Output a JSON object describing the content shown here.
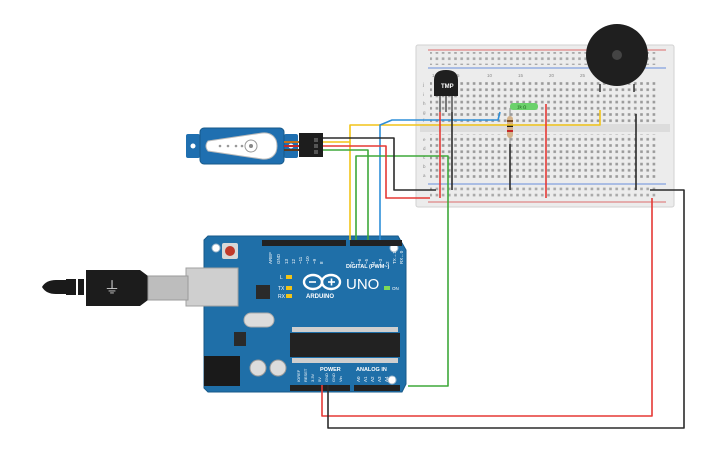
{
  "arduino": {
    "logo_text": "ARDUINO",
    "model": "UNO",
    "digital_header": "DIGITAL (PWM~)",
    "power_label": "POWER",
    "analog_label": "ANALOG IN",
    "on_label": "ON",
    "tx_label": "TX",
    "rx_label": "RX",
    "l_label": "L",
    "aref": "AREF",
    "gnd": "GND",
    "digital_pins": [
      "13",
      "12",
      "~11",
      "~10",
      "~9",
      "8",
      "7",
      "~6",
      "~5",
      "4",
      "~3",
      "2",
      "TX→1",
      "RX←0"
    ],
    "power_pins": [
      "IOREF",
      "RESET",
      "3.3V",
      "5V",
      "GND",
      "GND",
      "Vin"
    ],
    "analog_pins": [
      "A0",
      "A1",
      "A2",
      "A3",
      "A4",
      "A5"
    ]
  },
  "components": {
    "sensor_label": "TMP",
    "resistor_label": "1k Ω"
  },
  "breadboard": {
    "row_letters_top": [
      "j",
      "i",
      "h",
      "g",
      "f"
    ],
    "row_letters_bottom": [
      "e",
      "d",
      "c",
      "b",
      "a"
    ],
    "column_numbers": [
      "1",
      "5",
      "10",
      "15",
      "20",
      "25",
      "30"
    ]
  },
  "colors": {
    "arduino_board": "#1f6fa8",
    "wire_red": "#e53935",
    "wire_black": "#2b2b2b",
    "wire_yellow": "#f2c418",
    "wire_green": "#3ea83a",
    "wire_blue": "#2f8fd8",
    "servo_blue": "#1f6fb0",
    "breadboard": "#ececec",
    "resistor_band": "#6bd16b"
  }
}
